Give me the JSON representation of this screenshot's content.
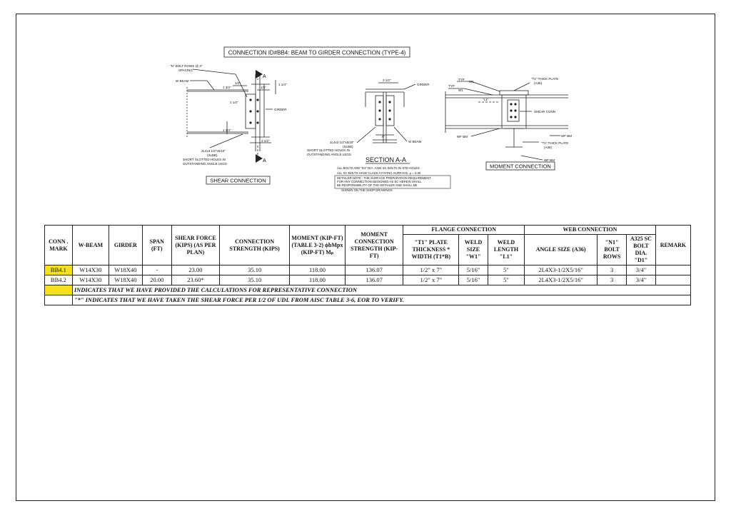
{
  "title": "CONNECTION ID#BB4: BEAM TO GIRDER CONNECTION (TYPE-4)",
  "shear_view": {
    "caption": "SHEAR CONNECTION",
    "labels": [
      "\"N\" BOLT ROWS @ 3\"",
      "SPACING",
      "W BEAM",
      "1/2\"",
      "1/2\"",
      "1 3/4\"",
      "1 3/4\"",
      "GIRDER",
      "3 1/2\"",
      "2L4x3 1/2\"x5/16\"",
      "(SLBB)",
      "SHORT SLOTTED HOLES IN",
      "OUTSTANDING ANGLE LEGS",
      "A",
      "A",
      "1 1/4\"",
      "1 1/4\""
    ]
  },
  "section_view": {
    "caption": "SECTION A-A",
    "labels": [
      "3 1/2\"",
      "GIRDER",
      "2L4x3 1/2\"x5/16\"",
      "(SLBB)",
      "SHORT SLOTTED HOLES IN",
      "OUTSTANDING ANGLE LEGS",
      "W BEAM",
      "6\""
    ],
    "notes": [
      "ALL BOLTS ARE \"D1\" DIA. A325 SC BOLTS IN STD HOLES",
      "ALL SC BOLTS HAVE CLASS A FAYING SURFACE, μ = 0.30",
      "DETAILER NOTE : THE SURFACE PREPARATION REQUIREMENT",
      "FOR ANY CONNECTION DESIGNED AS SC HEREIN SHALL",
      "BE RESPONSIBILITY OF THE DETAILER AND SHALL BE",
      "SHOWN ON THE SHOP DRAWINGS"
    ]
  },
  "moment_view": {
    "caption": "MOMENT CONNECTION",
    "labels": [
      "TYP",
      "W1",
      "TYP",
      "W1",
      "\"T1\" THICK PLATE",
      "(A36)",
      "\"L1\"",
      "SHEAR CONN",
      "WF BM",
      "WF BM",
      "\"T1\" THICK PLATE",
      "(A36)",
      "WF BM"
    ]
  },
  "table": {
    "group_headers": {
      "flange": "FLANGE CONNECTION",
      "web": "WEB CONNECTION"
    },
    "headers": {
      "conn_mark": "CONN . MARK",
      "w_beam": "W-BEAM",
      "girder": "GIRDER",
      "span": "SPAN (FT)",
      "shear": "SHEAR FORCE (KIPS) (AS PER PLAN)",
      "conn_strength": "CONNECTION STRENGTH (KIPS)",
      "moment": "MOMENT (KIP-FT) (TABLE 3-2) ϕbMpx (KIP-FT) Mₚ",
      "moment_strength": "MOMENT CONNECTION STRENGTH (KIP-FT)",
      "plate": "\"T1\" PLATE THICKNESS * WIDTH (T1*B)",
      "weld_size": "WELD SIZE \"W1\"",
      "weld_length": "WELD LENGTH \"L1\"",
      "angle": "ANGLE SIZE (A36)",
      "bolt_rows": "\"N1\" BOLT ROWS",
      "bolt_dia": "A325 SC BOLT DIA. \"D1\"",
      "remark": "REMARK"
    },
    "rows": [
      {
        "mark": "BB4.1",
        "beam": "W14X30",
        "girder": "W18X40",
        "span": "-",
        "shear": "23.00",
        "conn_strength": "35.10",
        "moment": "118.00",
        "moment_strength": "136.07",
        "plate": "1/2\" x 7\"",
        "weld_size": "5/16\"",
        "weld_length": "5\"",
        "angle": "2L4X3-1/2X5/16\"",
        "bolt_rows": "3",
        "bolt_dia": "3/4\"",
        "remark": ""
      },
      {
        "mark": "BB4.2",
        "beam": "W14X30",
        "girder": "W18X40",
        "span": "20.00",
        "shear": "23.60*",
        "conn_strength": "35.10",
        "moment": "118.00",
        "moment_strength": "136.07",
        "plate": "1/2\" x 7\"",
        "weld_size": "5/16\"",
        "weld_length": "5\"",
        "angle": "2L4X3-1/2X5/16\"",
        "bolt_rows": "3",
        "bolt_dia": "3/4\"",
        "remark": ""
      }
    ],
    "notes": [
      "INDICATES THAT WE HAVE PROVIDED THE CALCULATIONS FOR REPRESENTATIVE CONNECTION",
      "\"*\" INDICATES THAT WE HAVE TAKEN THE SHEAR FORCE PER 1/2 OF UDL FROM AISC TABLE 3-6, EOR TO VERIFY."
    ]
  },
  "colors": {
    "highlight": "#f4e11c",
    "line": "#222222"
  }
}
